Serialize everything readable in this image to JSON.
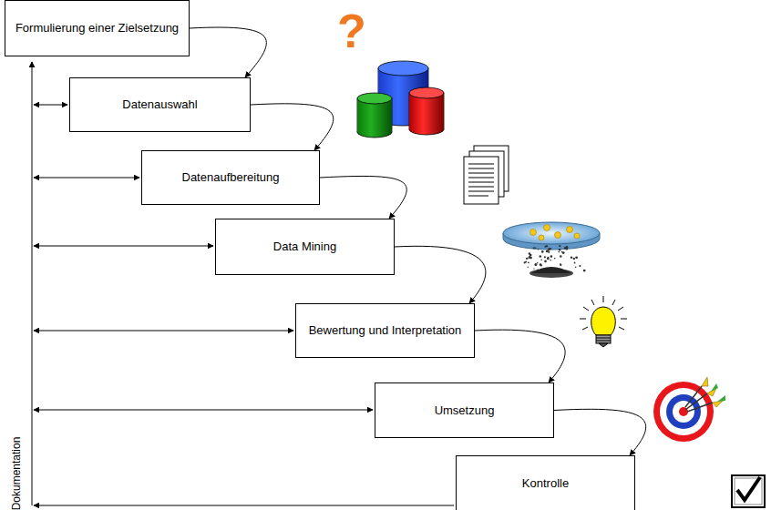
{
  "diagram": {
    "nodes": [
      {
        "text": [
          "Formulierung einer Zielsetzung"
        ]
      },
      {
        "text": [
          "Datenauswahl"
        ]
      },
      {
        "text": [
          "Datenaufbereitung"
        ]
      },
      {
        "text": [
          "Data Mining"
        ]
      },
      {
        "text": [
          "Bewertung und Interpretation"
        ]
      },
      {
        "text": [
          "Umsetzung"
        ]
      },
      {
        "text": [
          "Kontrolle"
        ]
      }
    ],
    "edges": [
      {
        "from": 0,
        "to": 1,
        "arrow": "to"
      },
      {
        "from": 1,
        "to": 2,
        "arrow": "to"
      },
      {
        "from": 2,
        "to": 3,
        "arrow": "to"
      },
      {
        "from": 3,
        "to": 4,
        "arrow": "to"
      },
      {
        "from": 4,
        "to": 5,
        "arrow": "to"
      },
      {
        "from": 5,
        "to": 6,
        "arrow": "to"
      }
    ],
    "labels": [
      "?",
      "Dokumentation"
    ]
  }
}
